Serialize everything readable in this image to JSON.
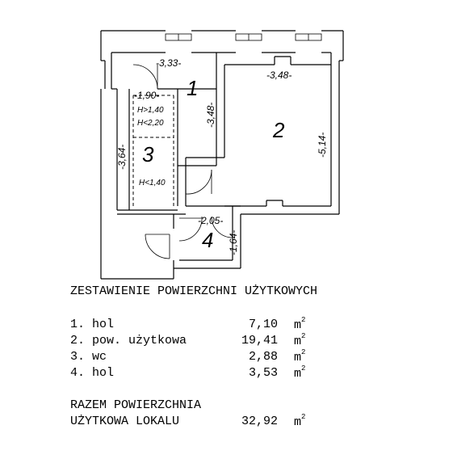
{
  "rooms": [
    {
      "number": "1",
      "dims": [
        "-3,33-",
        "-3,48-"
      ]
    },
    {
      "number": "2",
      "dims": [
        "-3,48-",
        "-5,14-"
      ]
    },
    {
      "number": "3",
      "dims": [
        "-1,90-",
        "-3,64-"
      ],
      "notes": [
        "H>1,40",
        "H<2,20",
        "H<1,40"
      ]
    },
    {
      "number": "4",
      "dims": [
        "-2,05-",
        "-1,64-"
      ]
    }
  ],
  "table": {
    "title": "ZESTAWIENIE POWIERZCHNI UŻYTKOWYCH",
    "rows": [
      {
        "label": "1. hol",
        "value": "7,10",
        "unit": "m"
      },
      {
        "label": "2. pow. użytkowa",
        "value": "19,41",
        "unit": "m"
      },
      {
        "label": "3. wc",
        "value": "2,88",
        "unit": "m"
      },
      {
        "label": "4. hol",
        "value": "3,53",
        "unit": "m"
      }
    ],
    "unit_exp": "2",
    "total_label_line1": "RAZEM POWIERZCHNIA",
    "total_label_line2": "UŻYTKOWA LOKALU",
    "total_value": "32,92",
    "total_unit": "m"
  }
}
